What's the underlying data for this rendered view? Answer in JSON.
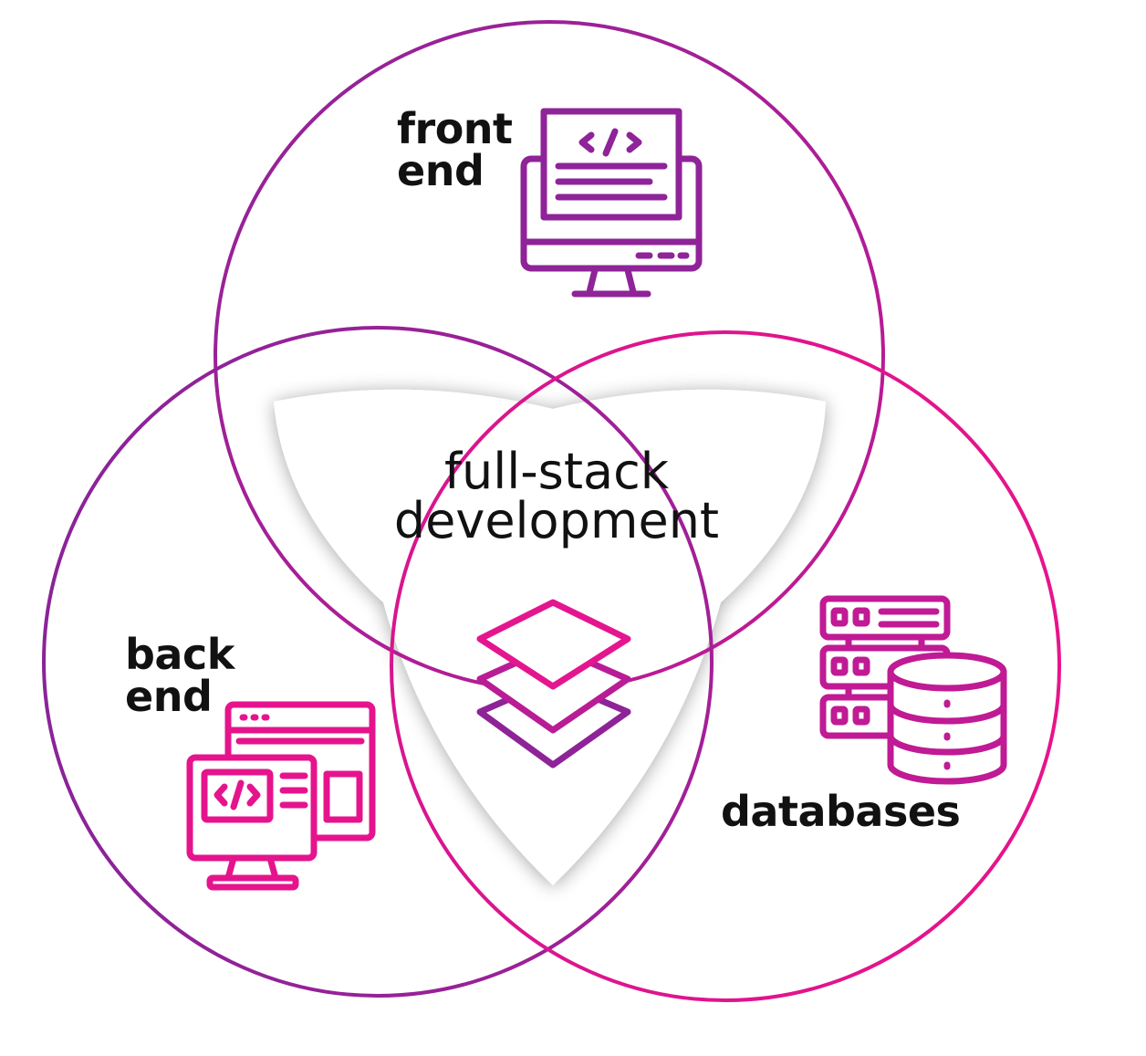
{
  "diagram": {
    "type": "venn",
    "center_label": {
      "line1": "full-stack",
      "line2": "development"
    },
    "sets": [
      {
        "id": "front-end",
        "line1": "front",
        "line2": "end",
        "icon": "code-monitor-icon",
        "color": "#9b1f99"
      },
      {
        "id": "back-end",
        "line1": "back",
        "line2": "end",
        "icon": "code-windows-icon",
        "color": "#e4168f"
      },
      {
        "id": "databases",
        "line1": "databases",
        "icon": "server-database-icon",
        "color": "#b41a96"
      }
    ],
    "center_icon": "layers-icon",
    "colors": {
      "purple": "#8b2298",
      "magenta": "#e5148c",
      "text": "#111111",
      "shadow": "#d9d9d9"
    }
  }
}
